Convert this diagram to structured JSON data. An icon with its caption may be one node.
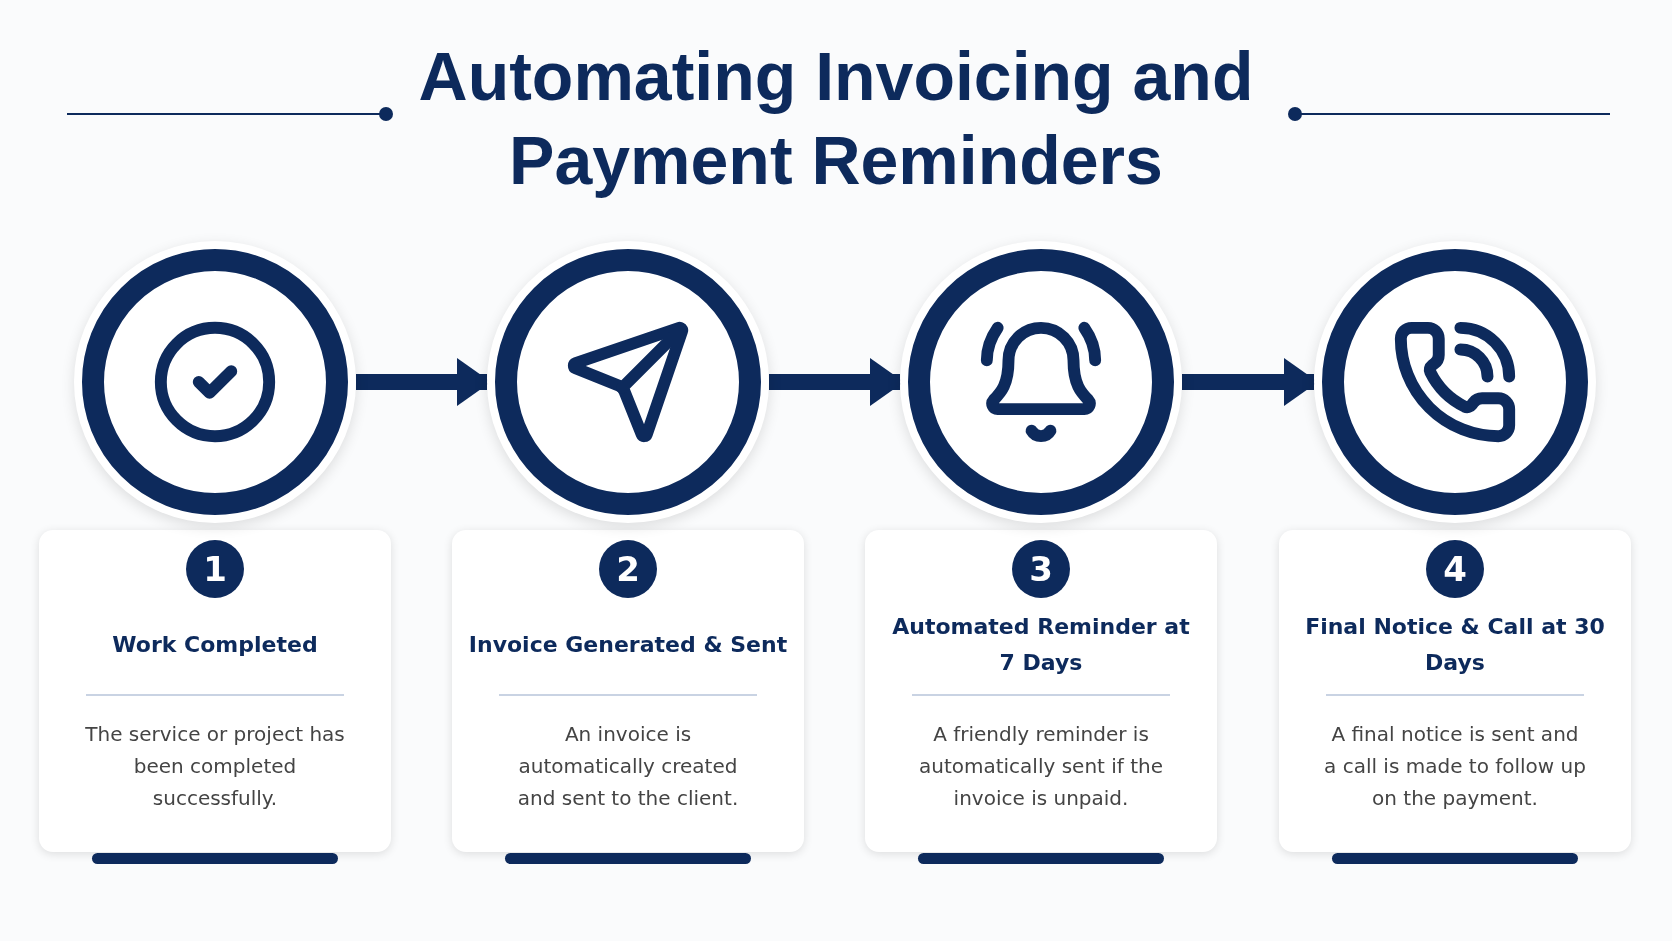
{
  "diagram": {
    "title": "Automating Invoicing and Payment Reminders",
    "nodes": [
      {
        "text": [],
        "shape": "circle"
      },
      {
        "text": [],
        "shape": "circle"
      },
      {
        "text": [],
        "shape": "circle"
      },
      {
        "text": [],
        "shape": "circle"
      },
      {
        "text": [
          "1",
          "Work Completed",
          "The service or project has been completed successfully."
        ]
      },
      {
        "text": [
          "2",
          "Invoice Generated & Sent",
          "An invoice is automatically created and sent to the client."
        ]
      },
      {
        "text": [
          "3",
          "Automated Reminder at 7 Days",
          "A friendly reminder is automatically sent if the invoice is unpaid."
        ]
      },
      {
        "text": [
          "4",
          "Final Notice & Call at 30 Days",
          "A final notice is sent and a call is made to follow up on the payment."
        ]
      }
    ],
    "edges": [
      {
        "from": 0,
        "to": 1,
        "arrow": "to"
      },
      {
        "from": 1,
        "to": 2,
        "arrow": "to"
      },
      {
        "from": 2,
        "to": 3,
        "arrow": "to"
      }
    ]
  }
}
